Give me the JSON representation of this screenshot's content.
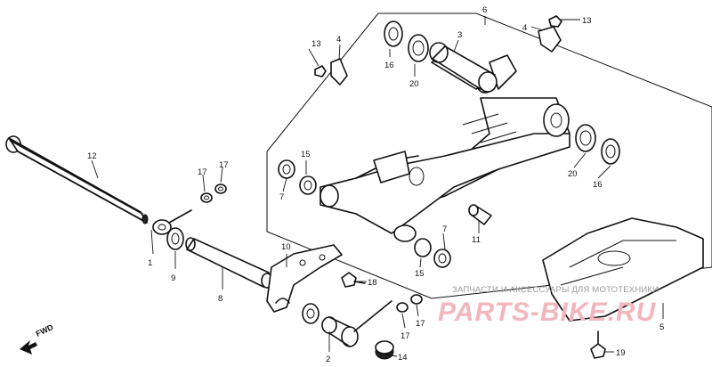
{
  "callouts": {
    "c1": "1",
    "c2": "2",
    "c3": "3",
    "c4a": "4",
    "c4b": "4",
    "c5": "5",
    "c6": "6",
    "c7a": "7",
    "c7b": "7",
    "c8": "8",
    "c9": "9",
    "c10": "10",
    "c11": "11",
    "c12": "12",
    "c13a": "13",
    "c13b": "13",
    "c14": "14",
    "c15a": "15",
    "c15b": "15",
    "c16a": "16",
    "c16b": "16",
    "c17a": "17",
    "c17b": "17",
    "c17c": "17",
    "c17d": "17",
    "c18": "18",
    "c19": "19",
    "c20a": "20",
    "c20b": "20"
  },
  "direction_label": "FWD",
  "watermark": {
    "caption": "ЗАПЧАСТИ И АКСЕССУАРЫ ДЛЯ МОТОТЕХНИКИ",
    "brand": "PARTS-BIKE.RU"
  },
  "colors": {
    "ink": "#111111",
    "watermark": "#f2b7be"
  }
}
